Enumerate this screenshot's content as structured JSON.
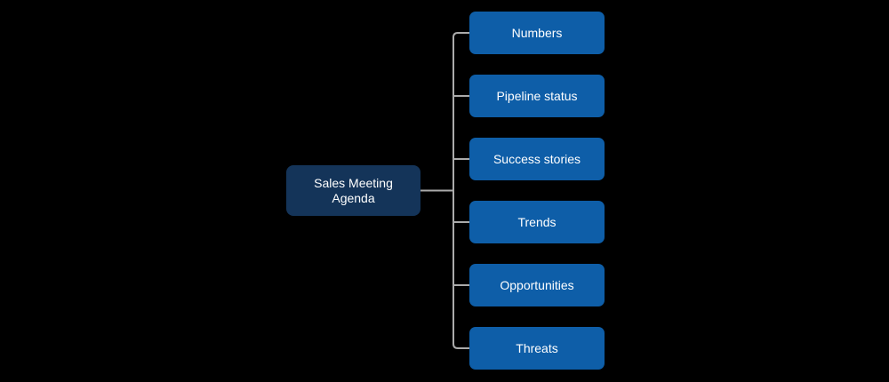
{
  "diagram": {
    "type": "hierarchy-mindmap",
    "root": {
      "label": "Sales Meeting Agenda"
    },
    "children": [
      {
        "label": "Numbers"
      },
      {
        "label": "Pipeline status"
      },
      {
        "label": "Success stories"
      },
      {
        "label": "Trends"
      },
      {
        "label": "Opportunities"
      },
      {
        "label": "Threats"
      }
    ],
    "colors": {
      "background": "#000000",
      "root_fill": "#143459",
      "child_fill": "#0E5EA8",
      "text": "#FFFFFF",
      "connector": "#ABABAB"
    }
  }
}
